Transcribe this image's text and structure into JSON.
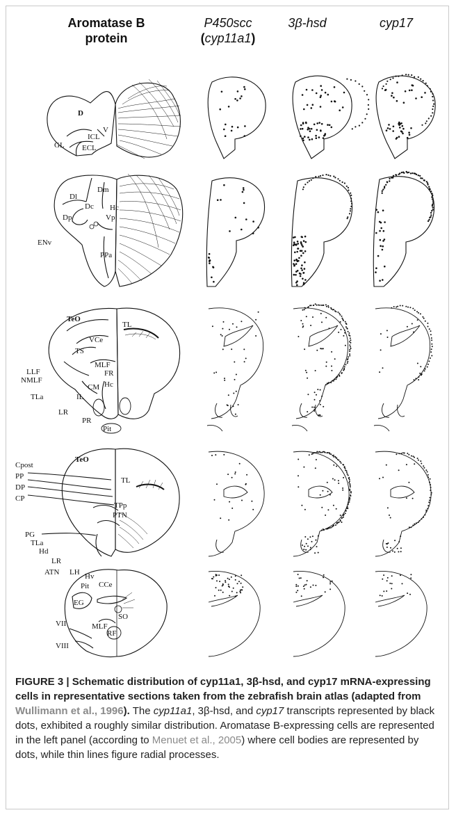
{
  "columns": {
    "aromatase": {
      "line1": "Aromatase B",
      "line2": "protein"
    },
    "p450": {
      "line1": "P450scc",
      "open_paren": "(",
      "gene": "cyp11a1",
      "close_paren": ")"
    },
    "hsd": {
      "label": "3β-hsd"
    },
    "cyp17": {
      "label": "cyp17"
    }
  },
  "sections": [
    {
      "labels": [
        "D",
        "V",
        "ICL",
        "ECL",
        "GL"
      ]
    },
    {
      "labels": [
        "Dl",
        "Dm",
        "Dc",
        "Dp",
        "Vp",
        "Hc",
        "ENv",
        "PPa"
      ]
    },
    {
      "labels": [
        "TeO",
        "TL",
        "VCe",
        "TS",
        "MLF",
        "FR",
        "LLF",
        "NMLF",
        "CM",
        "Hc",
        "TLa",
        "IL",
        "LR",
        "PR",
        "Pit"
      ]
    },
    {
      "labels": [
        "Cpost",
        "PP",
        "DP",
        "CP",
        "TeO",
        "TL",
        "TPp",
        "PTN",
        "PG",
        "TLa",
        "Hd",
        "LR",
        "ATN",
        "LH",
        "Hv",
        "Pit"
      ]
    },
    {
      "labels": [
        "CCe",
        "EG",
        "SO",
        "VII",
        "MLF",
        "VIII",
        "RF"
      ]
    }
  ],
  "caption": {
    "title_a": "FIGURE 3 | Schematic distribution of cyp11a1, 3β-hsd, and cyp17 mRNA-expressing cells in representative sections taken from the zebrafish brain atlas (adapted from ",
    "ref1": "Wullimann et al., 1996",
    "title_b": ").",
    "body_a": " The ",
    "gene1": "cyp11a1",
    "body_b": ", 3β-hsd, and ",
    "gene2": "cyp17",
    "body_c": " transcripts represented by black dots, exhibited a roughly similar distribution. Aromatase B-expressing cells are represented in the left panel (according to ",
    "ref2": "Menuet et al., 2005",
    "body_d": ") where cell bodies are represented by dots, while thin lines figure radial processes."
  }
}
